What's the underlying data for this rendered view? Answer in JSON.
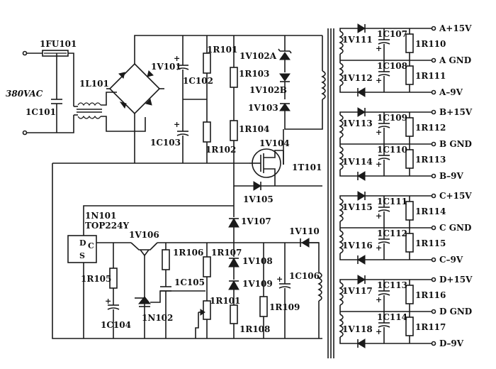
{
  "labels": {
    "fuse": "1FU101",
    "mains": "380VAC",
    "cap_in": "1C101",
    "filter": "1L101",
    "bridge": "1V101",
    "bulk_cap_top": "1C102",
    "bulk_cap_bot": "1C103",
    "res_top": "1R101",
    "res_bot": "1R102",
    "res_103": "1R103",
    "res_104": "1R104",
    "clamp_a": "1V102A",
    "clamp_b": "1V102B",
    "diode_103": "1V103",
    "mosfet": "1V104",
    "transformer": "1T101",
    "diode_105": "1V105",
    "diode_107": "1V107",
    "diode_110": "1V110",
    "ic_ref": "1N101",
    "ic_part": "TOP224Y",
    "pin_d": "D",
    "pin_c": "C",
    "pin_s": "S",
    "transistor": "1V106",
    "res_105": "1R105",
    "res_106": "1R106",
    "res_107": "1R107",
    "cap_104": "1C104",
    "cap_105": "1C105",
    "shunt": "1N102",
    "pot": "1R101",
    "diode_108": "1V108",
    "diode_109": "1V109",
    "res_108": "1R108",
    "res_109": "1R109",
    "cap_106": "1C106"
  },
  "outputs": [
    {
      "d1": "1V111",
      "d2": "1V112",
      "c1": "1C107",
      "c2": "1C108",
      "r1": "1R110",
      "r2": "1R111",
      "pos": "A+15V",
      "gnd": "A GND",
      "neg": "A–9V"
    },
    {
      "d1": "1V113",
      "d2": "1V114",
      "c1": "1C109",
      "c2": "1C110",
      "r1": "1R112",
      "r2": "1R113",
      "pos": "B+15V",
      "gnd": "B GND",
      "neg": "B–9V"
    },
    {
      "d1": "1V115",
      "d2": "1V116",
      "c1": "1C111",
      "c2": "1C112",
      "r1": "1R114",
      "r2": "1R115",
      "pos": "C+15V",
      "gnd": "C GND",
      "neg": "C–9V"
    },
    {
      "d1": "1V117",
      "d2": "1V118",
      "c1": "1C113",
      "c2": "1C114",
      "r1": "1R116",
      "r2": "1R117",
      "pos": "D+15V",
      "gnd": "D GND",
      "neg": "D–9V"
    }
  ],
  "polarity_mark": "+"
}
